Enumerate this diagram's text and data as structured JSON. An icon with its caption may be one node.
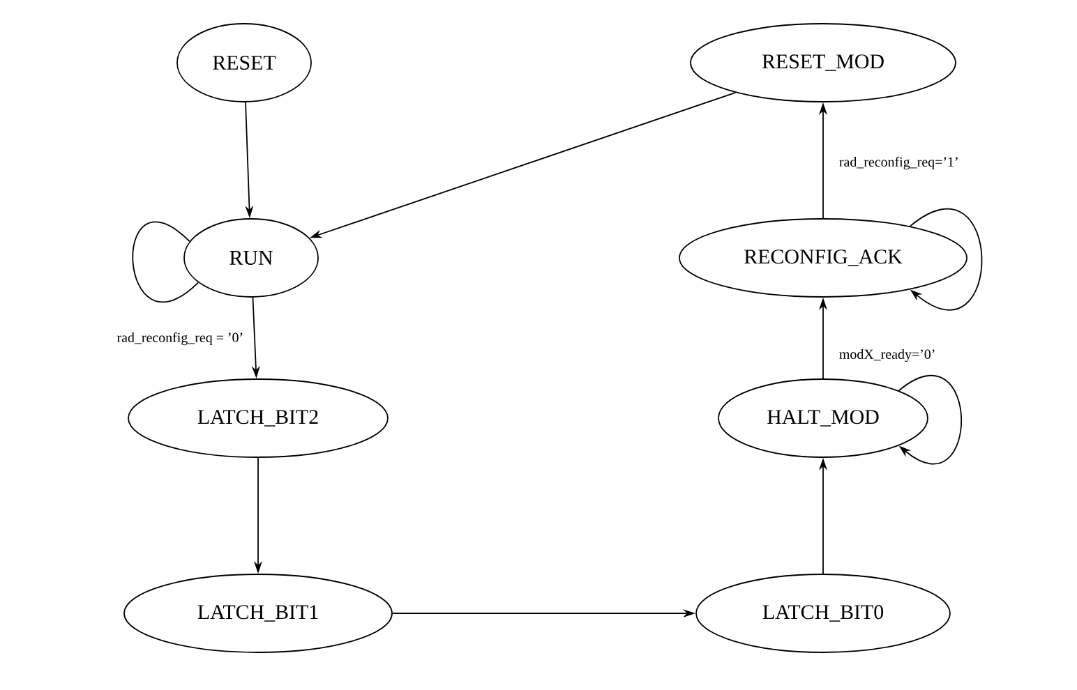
{
  "diagram": {
    "nodes": [
      {
        "text": [
          "RESET"
        ]
      },
      {
        "text": [
          "RESET_MOD"
        ]
      },
      {
        "text": [
          "RUN"
        ]
      },
      {
        "text": [
          "RECONFIG_ACK"
        ]
      },
      {
        "text": [
          "LATCH_BIT2"
        ]
      },
      {
        "text": [
          "HALT_MOD"
        ]
      },
      {
        "text": [
          "LATCH_BIT1"
        ]
      },
      {
        "text": [
          "LATCH_BIT0"
        ]
      }
    ],
    "edges": [
      {
        "from": 0,
        "to": 2,
        "arrow": "to"
      },
      {
        "from": 1,
        "to": 2,
        "arrow": "to"
      },
      {
        "from": 2,
        "to": 2,
        "arrow": "none"
      },
      {
        "from": 2,
        "to": 4,
        "arrow": "to",
        "label": "rad_reconfig_req = ’0’"
      },
      {
        "from": 4,
        "to": 6,
        "arrow": "to"
      },
      {
        "from": 6,
        "to": 7,
        "arrow": "to"
      },
      {
        "from": 7,
        "to": 5,
        "arrow": "to"
      },
      {
        "from": 5,
        "to": 5,
        "arrow": "to"
      },
      {
        "from": 5,
        "to": 3,
        "arrow": "to",
        "label": "modX_ready=’0’"
      },
      {
        "from": 3,
        "to": 3,
        "arrow": "to"
      },
      {
        "from": 3,
        "to": 1,
        "arrow": "to",
        "label": "rad_reconfig_req=’1’"
      }
    ]
  }
}
